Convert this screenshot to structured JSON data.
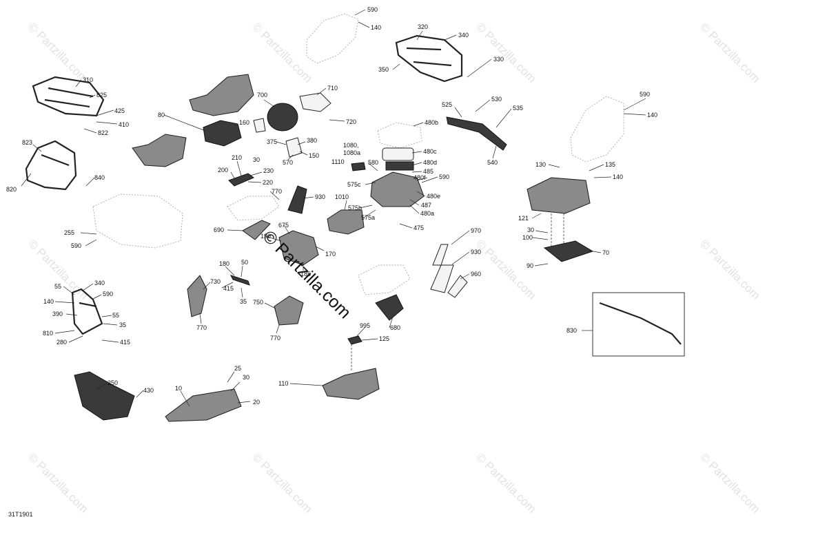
{
  "diagram": {
    "code": "31T1901",
    "watermark": "© Partzilla.com",
    "callouts": {
      "c590a": "590",
      "c140a": "140",
      "c320": "320",
      "c340a": "340",
      "c350": "350",
      "c330": "330",
      "c310": "310",
      "c825": "825",
      "c425": "425",
      "c410": "410",
      "c822": "822",
      "c823": "823",
      "c820": "820",
      "c840": "840",
      "c80": "80",
      "c700": "700",
      "c710": "710",
      "c720": "720",
      "c160": "160",
      "c375": "375",
      "c380": "380",
      "c150": "150",
      "c570": "570",
      "c210": "210",
      "c30a": "30",
      "c200": "200",
      "c230": "230",
      "c220": "220",
      "c525": "525",
      "c530": "530",
      "c535": "535",
      "c480b": "480b",
      "c540": "540",
      "c1080": "1080,",
      "c1080a": "1080a",
      "c480c": "480c",
      "c1110": "1110",
      "c580": "580",
      "c480d": "480d",
      "c485": "485",
      "c480f": "480f",
      "c590b": "590",
      "c575c": "575c",
      "c1010": "1010",
      "c575b": "575b",
      "c575a": "575a",
      "c480e": "480e",
      "c487": "487",
      "c480a": "480a",
      "c475": "475",
      "c590c": "590",
      "c140b": "140",
      "c130": "130",
      "c135": "135",
      "c140c": "140",
      "c121": "121",
      "c30b": "30",
      "c100": "100",
      "c70": "70",
      "c90": "90",
      "c770a": "770",
      "c930a": "930",
      "c690": "690",
      "c675": "675",
      "c190": "190",
      "c170": "170",
      "c185": "185",
      "c255": "255",
      "c590d": "590",
      "c970": "970",
      "c930b": "930",
      "c960": "960",
      "c180": "180",
      "c50": "50",
      "c730": "730",
      "c415a": "415",
      "c35a": "35",
      "c770b": "770",
      "c750": "750",
      "c770c": "770",
      "c55a": "55",
      "c340b": "340",
      "c140d": "140",
      "c590e": "590",
      "c390": "390",
      "c55b": "55",
      "c35b": "35",
      "c810": "810",
      "c280": "280",
      "c415b": "415",
      "c680": "680",
      "c995": "995",
      "c125": "125",
      "c830": "830",
      "c250": "250",
      "c430": "430",
      "c10": "10",
      "c25": "25",
      "c30c": "30",
      "c20": "20",
      "c110": "110"
    }
  }
}
